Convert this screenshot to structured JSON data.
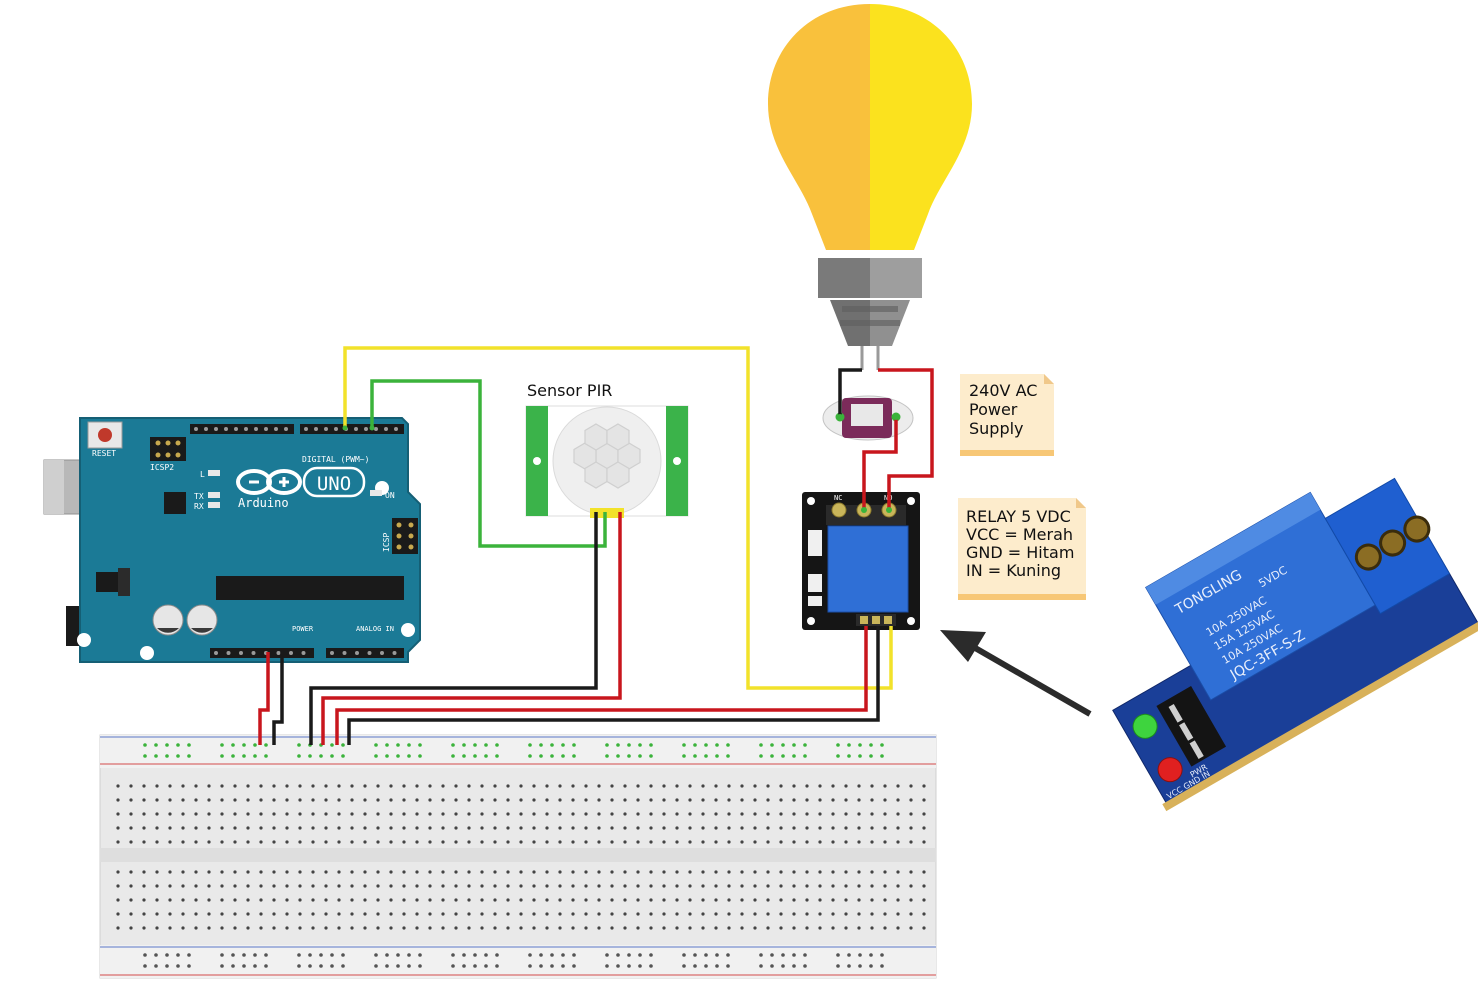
{
  "labels": {
    "pir_sensor": "Sensor PIR",
    "arduino_brand": "Arduino",
    "arduino_model": "UNO",
    "arduino_reset": "RESET",
    "arduino_icsp2": "ICSP2",
    "arduino_icsp": "ICSP",
    "arduino_digital": "DIGITAL (PWM~)",
    "arduino_power": "POWER",
    "arduino_analog": "ANALOG IN",
    "arduino_tx": "TX",
    "arduino_rx": "RX",
    "arduino_l": "L",
    "arduino_on": "ON",
    "relay_nc": "NC",
    "relay_no": "NO"
  },
  "notes": {
    "power_supply": [
      "240V AC",
      "Power",
      "Supply"
    ],
    "relay": [
      "RELAY 5 VDC",
      "VCC  = Merah",
      "GND = Hitam",
      "IN     = Kuning"
    ]
  },
  "relay_photo": {
    "brand": "TONGLING",
    "lines": [
      "5VDC",
      "10A 250VAC",
      "15A 125VAC",
      "10A 250VAC"
    ],
    "model": "JQC-3FF-S-Z",
    "pins": "VCC GND IN",
    "pwr": "PWR"
  },
  "wire_colors": {
    "yellow": "#f2e22a",
    "green": "#3bb33b",
    "red": "#c8161d",
    "black": "#1a1a1a"
  },
  "component_colors": {
    "arduino_board": "#1b7a96",
    "relay_blue": "#2f6fd6",
    "bulb_left": "#f9c13c",
    "bulb_right": "#fbe21e",
    "note_fill": "#fdeccc"
  }
}
